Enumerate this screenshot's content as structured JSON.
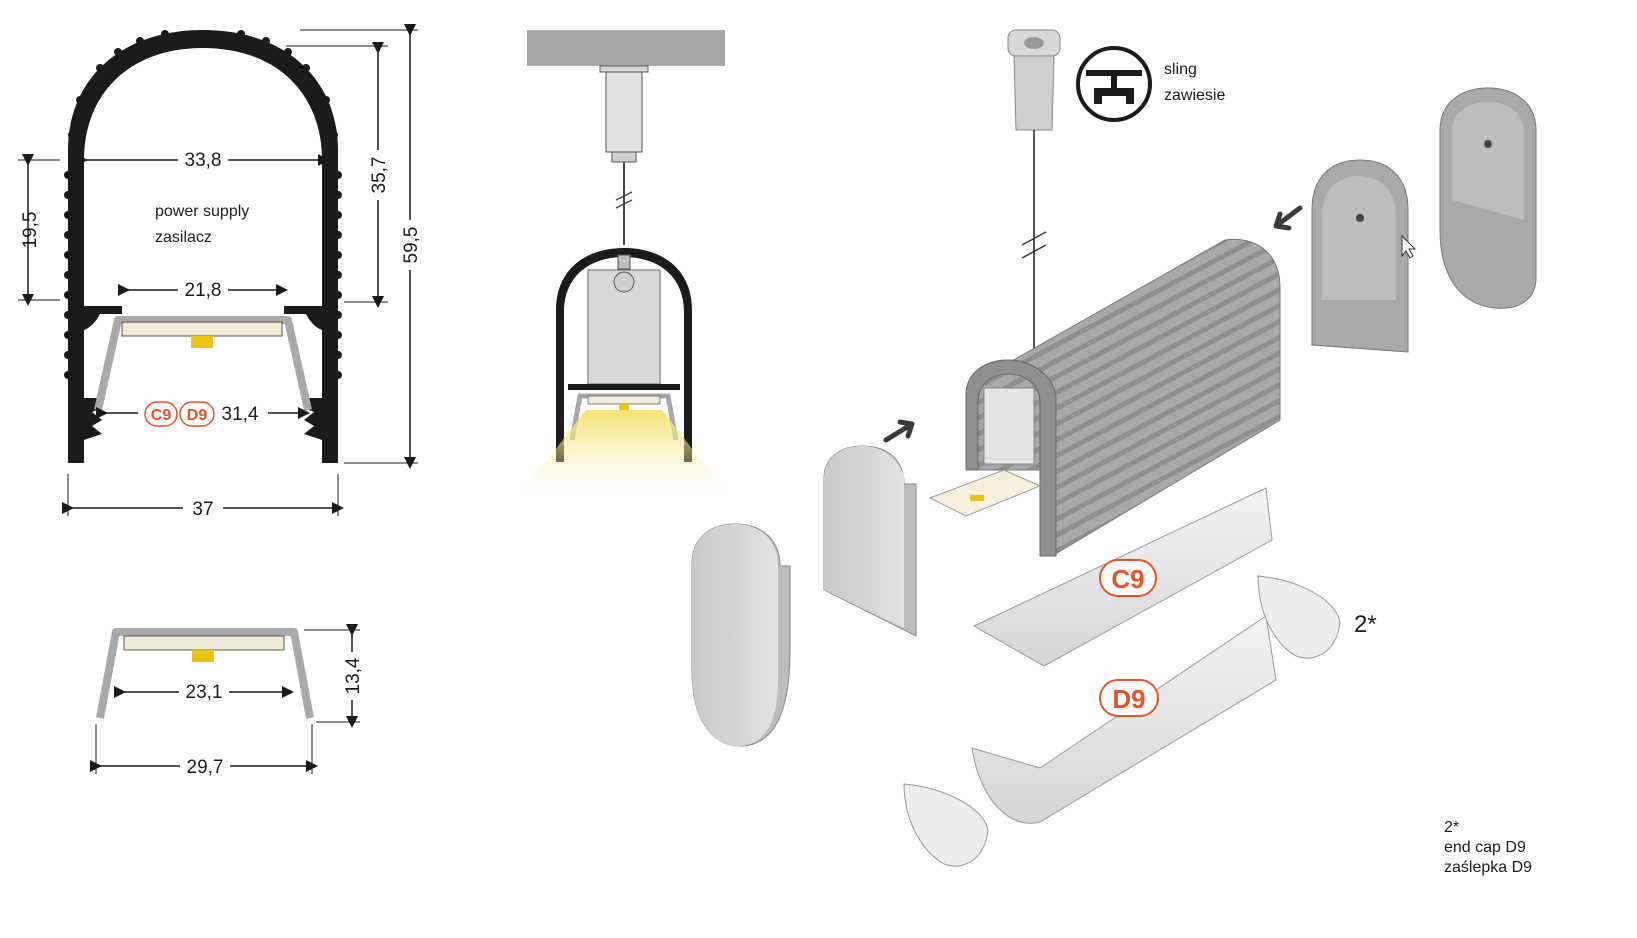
{
  "colors": {
    "profile_dark": "#1b1b1b",
    "aluminium": "#a9a9ab",
    "aluminium_light": "#cfcfd1",
    "diffuser": "#efe9d6",
    "led_yellow": "#e9c315",
    "badge_orange": "#e2542a",
    "ceiling": "#a7a7a7",
    "arrow": "#3a3a3a"
  },
  "icons": [
    "sling-icon",
    "arrow-icon",
    "led-chip-icon",
    "cursor-icon"
  ],
  "section": {
    "dim_inner_width": "33,8",
    "dim_left_height": "19,5",
    "dim_inner_height": "35,7",
    "dim_total_height": "59,5",
    "dim_channel": "21,8",
    "dim_opening": "31,4",
    "dim_total_width": "37",
    "label_line1": "power supply",
    "label_line2": "zasilacz",
    "badge_c9": "C9",
    "badge_d9": "D9"
  },
  "cover": {
    "dim_inner": "23,1",
    "dim_height": "13,4",
    "dim_width": "29,7"
  },
  "exploded": {
    "sling_line1": "sling",
    "sling_line2": "zawiesie",
    "label_c9": "C9",
    "label_d9": "D9",
    "label_endcap": "2*",
    "note_line1": "2*",
    "note_line2": "end cap D9",
    "note_line3": "zaślepka D9"
  }
}
